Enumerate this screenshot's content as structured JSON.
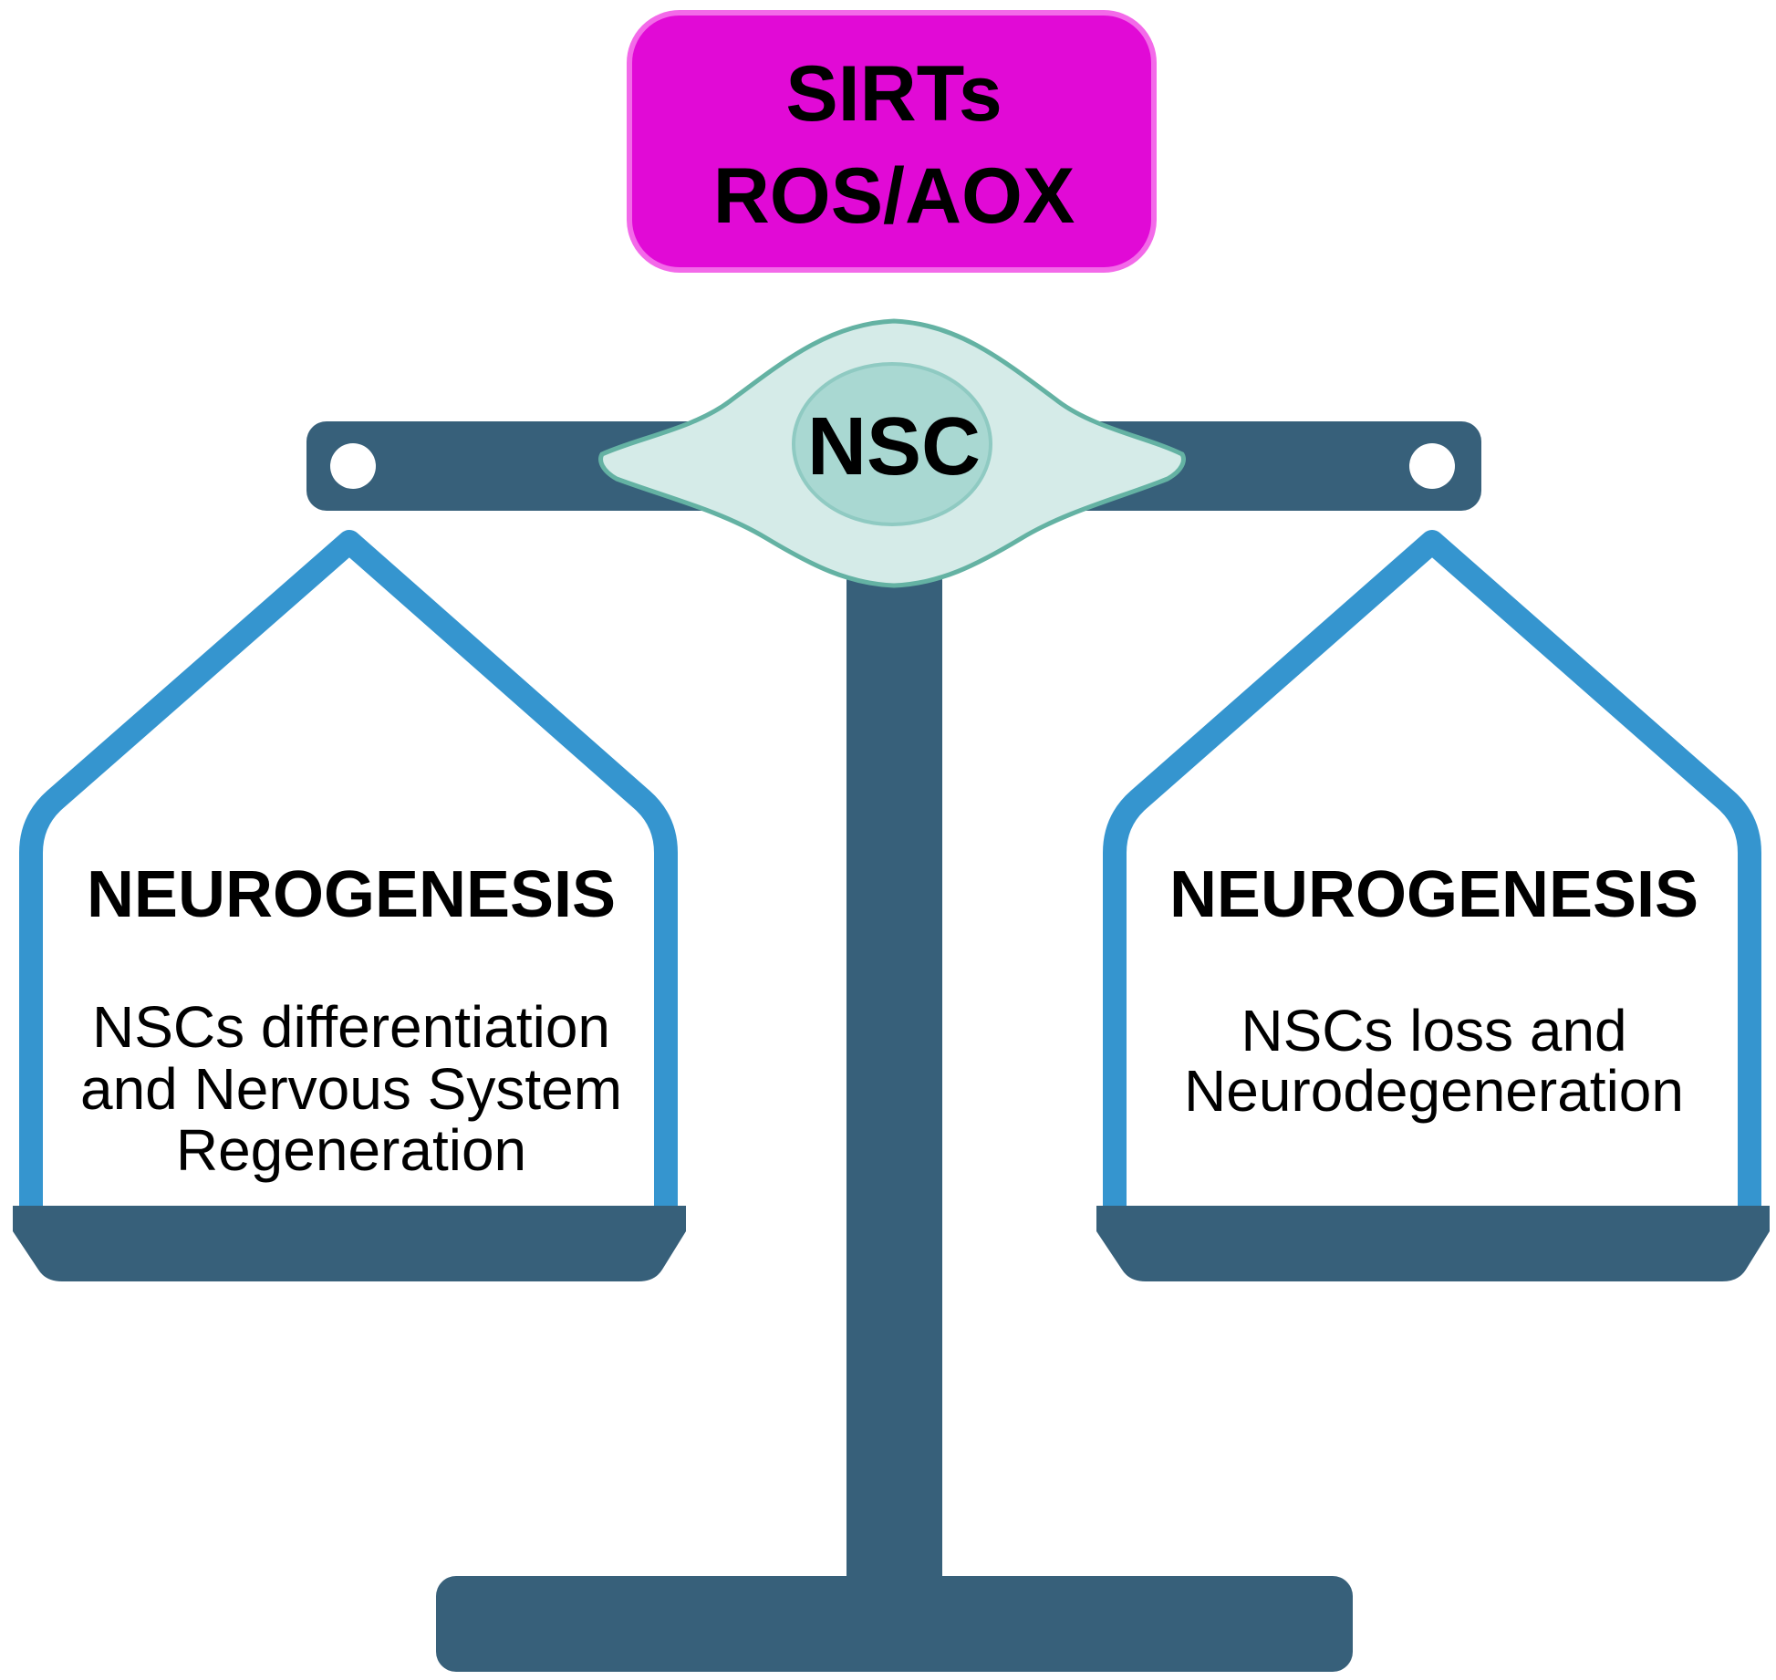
{
  "regulators": {
    "line1": "SIRTs",
    "line2": "ROS/AOX"
  },
  "center_cell": {
    "label": "NSC"
  },
  "left_pan": {
    "heading": "NEUROGENESIS",
    "lines": [
      "NSCs differentiation",
      "and Nervous System",
      "Regeneration"
    ]
  },
  "right_pan": {
    "heading": "NEUROGENESIS",
    "lines": [
      "NSCs loss and",
      "Neurodegeneration"
    ]
  },
  "colors": {
    "regulator_box": "#e10ad6",
    "scale_body": "#37607a",
    "pan_frame": "#3595cf",
    "cell_membrane": "#d5ebe8",
    "cell_nucleus": "#a9d8d2",
    "cell_outline": "#64b2a3"
  }
}
